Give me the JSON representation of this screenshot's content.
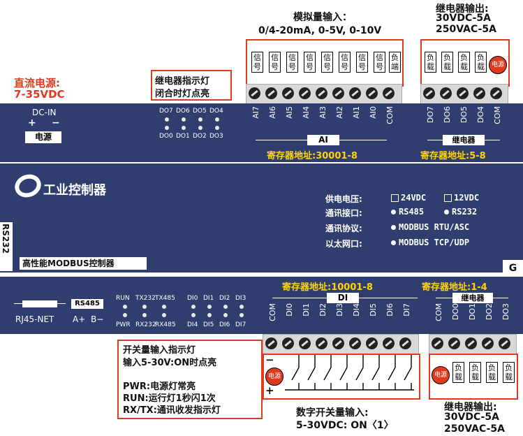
{
  "top": {
    "analog_title": "模拟量输入：",
    "analog_range": "0/4-20mA, 0-5V, 0-10V",
    "signal_labels": [
      "信号",
      "信号",
      "信号",
      "信号",
      "信号",
      "信号",
      "信号",
      "信号"
    ],
    "load_end": "负端",
    "relay_out_title": "继电器输出:",
    "relay_out_dc": "30VDC-5A",
    "relay_out_ac": "250VAC-5A",
    "loads": [
      "负载",
      "负载",
      "负载",
      "负载"
    ],
    "power_label": "电源",
    "dc_power_title": "直流电源:",
    "dc_power_range": "7-35VDC",
    "relay_led_note_1": "继电器指示灯",
    "relay_led_note_2": "闭合时灯点亮"
  },
  "upper_panel": {
    "dc_in": "DC-IN",
    "plus": "+",
    "minus": "−",
    "power": "电源",
    "do_top": [
      "DO7",
      "DO6",
      "DO5",
      "DO4"
    ],
    "do_bottom": [
      "DO0",
      "DO1",
      "DO2",
      "DO3"
    ],
    "ai_terms": [
      "AI7",
      "AI6",
      "AI5",
      "AI4",
      "AI3",
      "AI2",
      "AI1",
      "AI0",
      "COM"
    ],
    "ai_label": "AI",
    "do_terms": [
      "DO7",
      "DO6",
      "DO5",
      "DO4",
      "COM"
    ],
    "relay_label": "继电器",
    "ai_reg": "寄存器地址:30001-8",
    "do_reg": "寄存器地址:5-8"
  },
  "mid_panel": {
    "brand": "工业控制器",
    "supply_label": "供电电压:",
    "supply_24": "24VDC",
    "supply_12": "12VDC",
    "iface_label": "通讯接口:",
    "iface_485": "RS485",
    "iface_232": "RS232",
    "proto_label": "通讯协议:",
    "proto_value": "MODBUS RTU/ASC",
    "eth_label": "以太网口:",
    "eth_value": "MODBUS TCP/UDP",
    "rs232": "RS232",
    "model": "高性能MODBUS控制器",
    "g_label": "G"
  },
  "lower_panel": {
    "rj45": "RJ45-NET",
    "rs485": "RS485",
    "a_plus": "A+",
    "b_minus": "B−",
    "led_top": [
      "RUN",
      "TX232",
      "TX485"
    ],
    "led_bottom": [
      "PWR",
      "RX232",
      "RX485"
    ],
    "di_top": [
      "DI0",
      "DI1",
      "DI2",
      "DI3"
    ],
    "di_bottom": [
      "DI4",
      "DI5",
      "DI6",
      "DI7"
    ],
    "di_reg": "寄存器地址:10001-8",
    "do_reg": "寄存器地址:1-4",
    "di_label": "DI",
    "relay_label": "继电器",
    "di_terms": [
      "COM",
      "DI0",
      "DI1",
      "DI2",
      "DI3",
      "DI4",
      "DI5",
      "DI6",
      "DI7"
    ],
    "do_terms": [
      "COM",
      "DO0",
      "DO1",
      "DO2",
      "DO3"
    ]
  },
  "bottom": {
    "note_1": "开关量输入指示灯",
    "note_2": "输入5-30V:ON时点亮",
    "note_3": "PWR:电源灯常亮",
    "note_4": "RUN:运行灯1秒闪1次",
    "note_5": "RX/TX:通讯收发指示灯",
    "minus": "−",
    "plus": "+",
    "power_label": "电源",
    "digital_title": "数字开关量输入:",
    "digital_range": "5-30VDC: ON〈1〉",
    "loads": [
      "负载",
      "负载",
      "负载",
      "负载"
    ],
    "relay_out_title": "继电器输出:",
    "relay_out_dc": "30VDC-5A",
    "relay_out_ac": "250VAC-5A"
  },
  "colors": {
    "panel": "#2f3e6e",
    "accent_red": "#e03a1e",
    "accent_yellow": "#ffd400"
  }
}
